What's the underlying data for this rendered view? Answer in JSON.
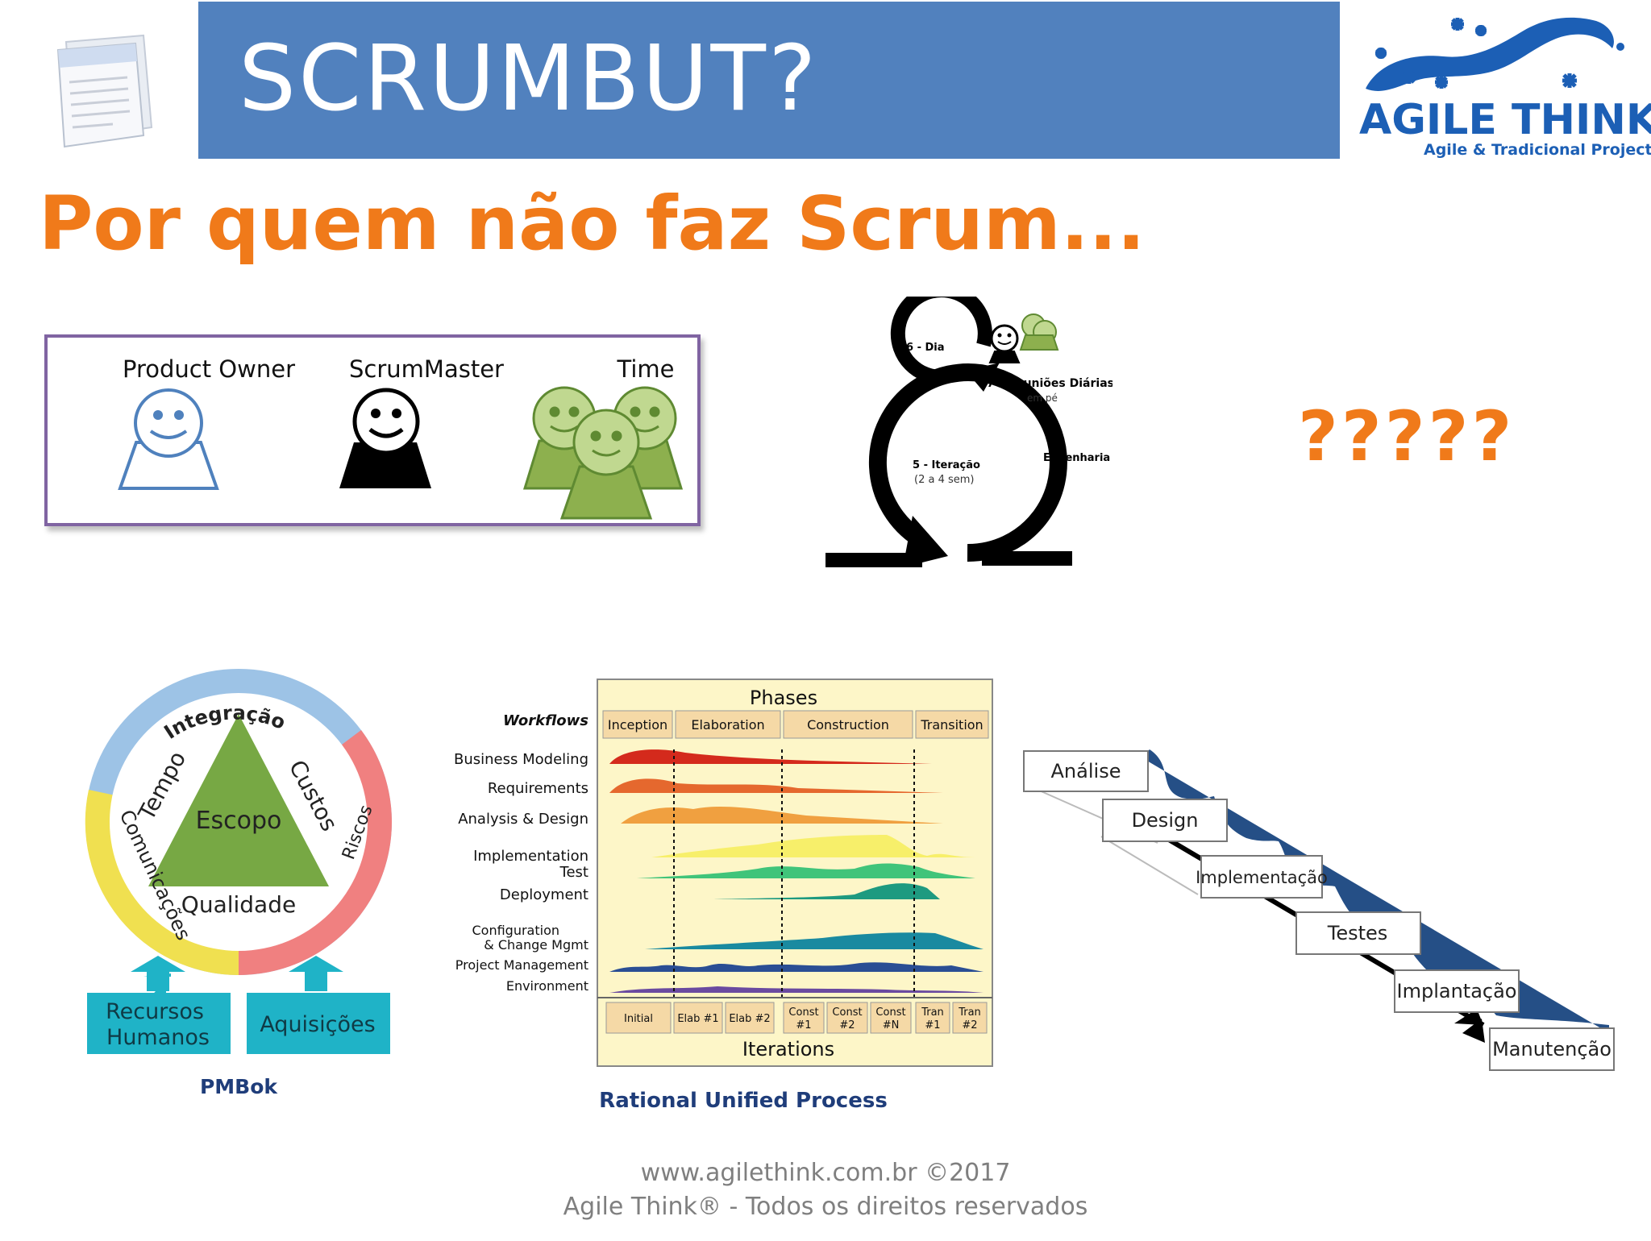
{
  "header": {
    "title": "SCRUMBUT?"
  },
  "logo": {
    "name": "AGILE THINK",
    "tagline": "Agile & Tradicional Project Management"
  },
  "subtitle": "Por quem não faz Scrum...",
  "roles": [
    {
      "label": "Product  Owner",
      "icon": "smiley-person-icon",
      "color": "#4f81bd"
    },
    {
      "label": "ScrumMaster",
      "icon": "smiley-person-icon",
      "color": "#000000"
    },
    {
      "label": "Time",
      "icon": "smiley-group-icon",
      "color": "#8db04e"
    }
  ],
  "scrum_cycle": {
    "daily_label": "6 - Dia",
    "meetings_label": "7 - Reuniões Diárias",
    "meetings_sub": "em pé",
    "iteration_label": "5 - Iteração",
    "iteration_sub": "(2 a 4 sem)",
    "engineering_label": "Engenharia"
  },
  "question_marks": "?????",
  "pmbok": {
    "ring_top": "Integração",
    "ring_left": "Comunicações",
    "ring_right": "Riscos",
    "tri_left": "Tempo",
    "tri_right": "Custos",
    "tri_center": "Escopo",
    "tri_bottom": "Qualidade",
    "box_left_1": "Recursos",
    "box_left_2": "Humanos",
    "box_right": "Aquisições",
    "caption": "PMBok",
    "colors": {
      "ring_top": "#9dc3e6",
      "ring_left": "#f0e050",
      "ring_right": "#f08080",
      "triangle": "#77a844",
      "boxes": "#1fb3c7"
    }
  },
  "rup": {
    "phases_title": "Phases",
    "workflows_title": "Workflows",
    "phases": [
      "Inception",
      "Elaboration",
      "Construction",
      "Transition"
    ],
    "workflows": [
      "Business Modeling",
      "Requirements",
      "Analysis & Design",
      "Implementation",
      "Test",
      "Deployment",
      "Configuration",
      "& Change Mgmt",
      "Project Management",
      "Environment"
    ],
    "iterations": [
      [
        "Initial",
        ""
      ],
      [
        "Elab #1",
        ""
      ],
      [
        "Elab #2",
        ""
      ],
      [
        "Const",
        "#1"
      ],
      [
        "Const",
        "#2"
      ],
      [
        "Const",
        "#N"
      ],
      [
        "Tran",
        "#1"
      ],
      [
        "Tran",
        "#2"
      ]
    ],
    "iterations_title": "Iterations",
    "caption": "Rational Unified Process"
  },
  "waterfall": {
    "steps": [
      "Análise",
      "Design",
      "Implementação",
      "Testes",
      "Implantação",
      "Manutenção"
    ]
  },
  "footer": {
    "line1": "www.agilethink.com.br ©2017",
    "line2": "Agile Think® - Todos os direitos reservados"
  }
}
